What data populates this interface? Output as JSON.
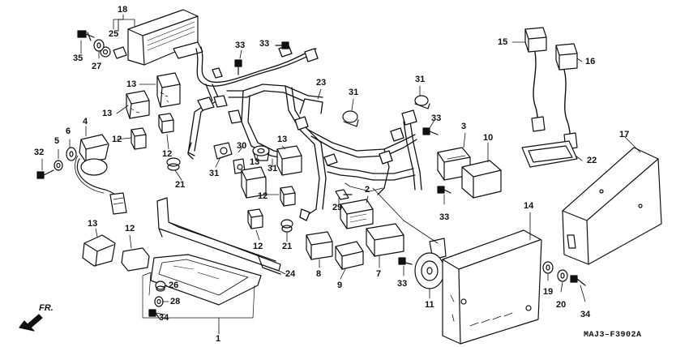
{
  "diagram": {
    "drawing_code": "MAJ3–F3902A",
    "direction_marker": "FR.",
    "callouts": [
      {
        "id": "c18",
        "text": "18"
      },
      {
        "id": "c25",
        "text": "25"
      },
      {
        "id": "c35",
        "text": "35"
      },
      {
        "id": "c27",
        "text": "27"
      },
      {
        "id": "c13a",
        "text": "13"
      },
      {
        "id": "c13b",
        "text": "13"
      },
      {
        "id": "c12a",
        "text": "12"
      },
      {
        "id": "c12b",
        "text": "12"
      },
      {
        "id": "c4",
        "text": "4"
      },
      {
        "id": "c6",
        "text": "6"
      },
      {
        "id": "c5",
        "text": "5"
      },
      {
        "id": "c32",
        "text": "32"
      },
      {
        "id": "c21a",
        "text": "21"
      },
      {
        "id": "c31a",
        "text": "31"
      },
      {
        "id": "c30",
        "text": "30"
      },
      {
        "id": "c13c",
        "text": "13"
      },
      {
        "id": "c33a",
        "text": "33"
      },
      {
        "id": "c33b",
        "text": "33"
      },
      {
        "id": "c23",
        "text": "23"
      },
      {
        "id": "c31b",
        "text": "31"
      },
      {
        "id": "c31c",
        "text": "31"
      },
      {
        "id": "c33c",
        "text": "33"
      },
      {
        "id": "c13d",
        "text": "13"
      },
      {
        "id": "c31d",
        "text": "31"
      },
      {
        "id": "c12c",
        "text": "12"
      },
      {
        "id": "c12d",
        "text": "12"
      },
      {
        "id": "c21b",
        "text": "21"
      },
      {
        "id": "c29",
        "text": "29"
      },
      {
        "id": "c2",
        "text": "2"
      },
      {
        "id": "c3",
        "text": "3"
      },
      {
        "id": "c10",
        "text": "10"
      },
      {
        "id": "c33d",
        "text": "33"
      },
      {
        "id": "c15",
        "text": "15"
      },
      {
        "id": "c16",
        "text": "16"
      },
      {
        "id": "c17",
        "text": "17"
      },
      {
        "id": "c22",
        "text": "22"
      },
      {
        "id": "c13e",
        "text": "13"
      },
      {
        "id": "c12e",
        "text": "12"
      },
      {
        "id": "c24",
        "text": "24"
      },
      {
        "id": "c26",
        "text": "26"
      },
      {
        "id": "c28",
        "text": "28"
      },
      {
        "id": "c34a",
        "text": "34"
      },
      {
        "id": "c1",
        "text": "1"
      },
      {
        "id": "c8",
        "text": "8"
      },
      {
        "id": "c9",
        "text": "9"
      },
      {
        "id": "c7",
        "text": "7"
      },
      {
        "id": "c33e",
        "text": "33"
      },
      {
        "id": "c11",
        "text": "11"
      },
      {
        "id": "c14",
        "text": "14"
      },
      {
        "id": "c19",
        "text": "19"
      },
      {
        "id": "c20",
        "text": "20"
      },
      {
        "id": "c34b",
        "text": "34"
      }
    ]
  }
}
